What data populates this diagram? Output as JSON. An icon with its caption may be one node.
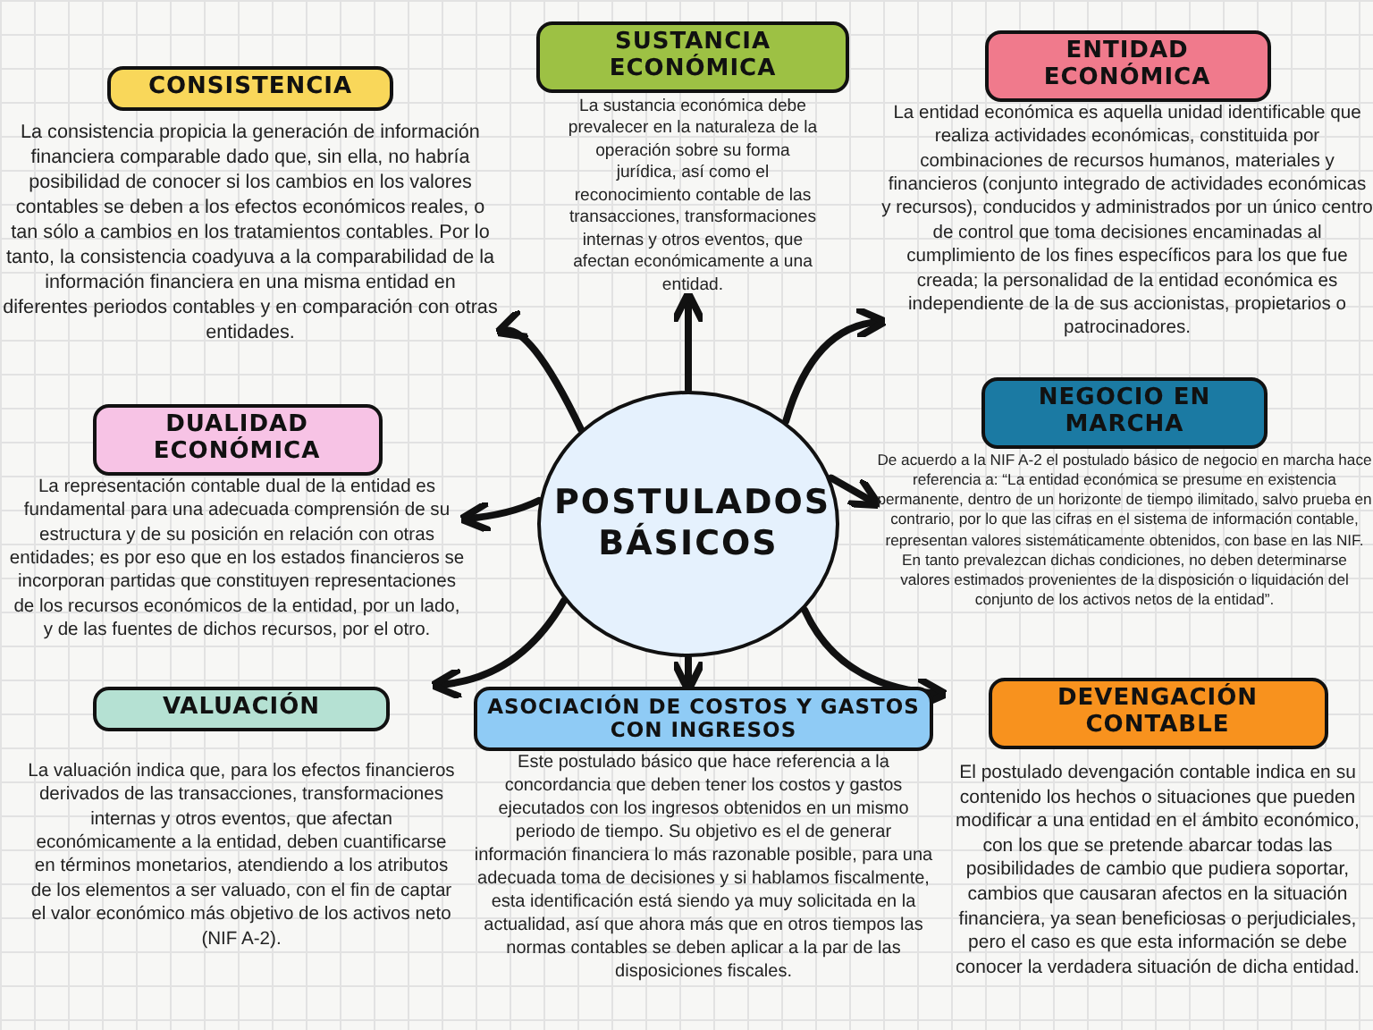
{
  "diagram": {
    "nodes": [
      {
        "text": [
          "POSTULADOS BÁSICOS"
        ]
      },
      {
        "text": [
          "CONSISTENCIA",
          "La consistencia propicia la generación de información financiera comparable dado que, sin ella, no habría posibilidad de conocer si los cambios en los valores contables se deben a los efectos económicos reales, o tan sólo a cambios en los tratamientos contables. Por lo tanto, la consistencia coadyuva a la comparabilidad de la información financiera en una misma entidad en diferentes periodos contables y en comparación con otras entidades."
        ]
      },
      {
        "text": [
          "SUSTANCIA ECONÓMICA",
          "La sustancia económica debe prevalecer en la naturaleza de la operación sobre su forma jurídica, así como el reconocimiento contable de las transacciones, transformaciones internas y otros eventos, que afectan económicamente a una entidad."
        ]
      },
      {
        "text": [
          "ENTIDAD ECONÓMICA",
          "La entidad económica es aquella unidad identificable que realiza actividades económicas, constituida por combinaciones de recursos humanos, materiales y financieros (conjunto integrado de actividades económicas y recursos), conducidos y administrados por un único centro de control que toma decisiones encaminadas al cumplimiento de los fines específicos para los que fue creada; la personalidad de la entidad económica es independiente de la de sus accionistas, propietarios o patrocinadores."
        ]
      },
      {
        "text": [
          "DUALIDAD ECONÓMICA",
          "La representación contable dual de la entidad es fundamental para una adecuada comprensión de su estructura y de su posición en relación con otras entidades; es por eso que en los estados financieros se incorporan partidas que constituyen representaciones de los recursos económicos de la entidad, por un lado, y de las fuentes de dichos recursos, por el otro."
        ]
      },
      {
        "text": [
          "NEGOCIO EN MARCHA",
          "De acuerdo a la NIF A-2 el postulado básico de negocio en marcha hace referencia a: “La entidad económica se presume en existencia permanente, dentro de un horizonte de tiempo ilimitado, salvo prueba en contrario, por lo que las cifras en el sistema de información contable, representan valores sistemáticamente obtenidos, con base en las NIF. En tanto prevalezcan dichas condiciones, no deben determinarse valores estimados provenientes de la disposición o liquidación del conjunto de los activos netos de la entidad”."
        ]
      },
      {
        "text": [
          "VALUACIÓN",
          "La valuación indica que, para los efectos financieros derivados de las transacciones, transformaciones internas y otros eventos, que afectan económicamente a la entidad, deben cuantificarse en términos monetarios, atendiendo a los atributos de los elementos a ser valuado, con el fin de captar el valor económico más objetivo de los activos neto (NIF A-2)."
        ]
      },
      {
        "text": [
          "ASOCIACIÓN DE COSTOS Y GASTOS CON INGRESOS",
          "Este postulado básico que hace referencia a la concordancia que deben tener los costos y gastos ejecutados con los ingresos obtenidos en un mismo periodo de tiempo. Su objetivo es el de generar información financiera lo más razonable posible, para una adecuada toma de decisiones y si hablamos fiscalmente, esta identificación está siendo ya muy solicitada en la actualidad, así que ahora más que en otros tiempos las normas contables se deben aplicar a la par de las disposiciones fiscales."
        ]
      },
      {
        "text": [
          "DEVENGACIÓN CONTABLE",
          "El postulado devengación contable indica en su contenido los hechos o situaciones que pueden modificar a una entidad en el ámbito económico, con los que se pretende abarcar todas las posibilidades de cambio que pudiera soportar, cambios que causaran afectos en la situación financiera, ya sean beneficiosas o perjudiciales, pero el caso es que esta información se debe conocer la verdadera situación de dicha entidad."
        ]
      }
    ],
    "edges": [
      {
        "from": 0,
        "to": 1,
        "arrow": "to"
      },
      {
        "from": 0,
        "to": 2,
        "arrow": "to"
      },
      {
        "from": 0,
        "to": 3,
        "arrow": "to"
      },
      {
        "from": 0,
        "to": 4,
        "arrow": "to"
      },
      {
        "from": 0,
        "to": 5,
        "arrow": "to"
      },
      {
        "from": 0,
        "to": 6,
        "arrow": "to"
      },
      {
        "from": 0,
        "to": 7,
        "arrow": "to"
      },
      {
        "from": 0,
        "to": 8,
        "arrow": "to"
      }
    ]
  }
}
